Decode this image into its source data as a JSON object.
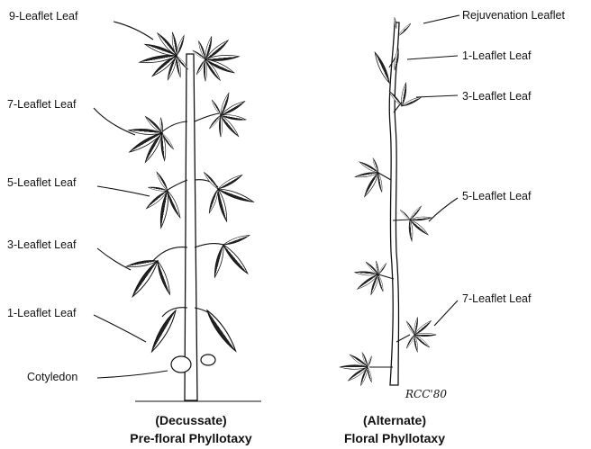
{
  "diagrams": [
    {
      "caption_line1": "(Decussate)",
      "caption_line2": "Pre-floral Phyllotaxy",
      "labels": {
        "nine": "9-Leaflet Leaf",
        "seven": "7-Leaflet Leaf",
        "five": "5-Leaflet Leaf",
        "three": "3-Leaflet Leaf",
        "one": "1-Leaflet Leaf",
        "cotyledon": "Cotyledon"
      }
    },
    {
      "caption_line1": "(Alternate)",
      "caption_line2": "Floral Phyllotaxy",
      "labels": {
        "rejuvenation": "Rejuvenation Leaflet",
        "one": "1-Leaflet Leaf",
        "three": "3-Leaflet Leaf",
        "five": "5-Leaflet Leaf",
        "seven": "7-Leaflet Leaf"
      }
    }
  ],
  "signature": "RCC'80",
  "colors": {
    "ink": "#111111",
    "paper": "#ffffff"
  }
}
